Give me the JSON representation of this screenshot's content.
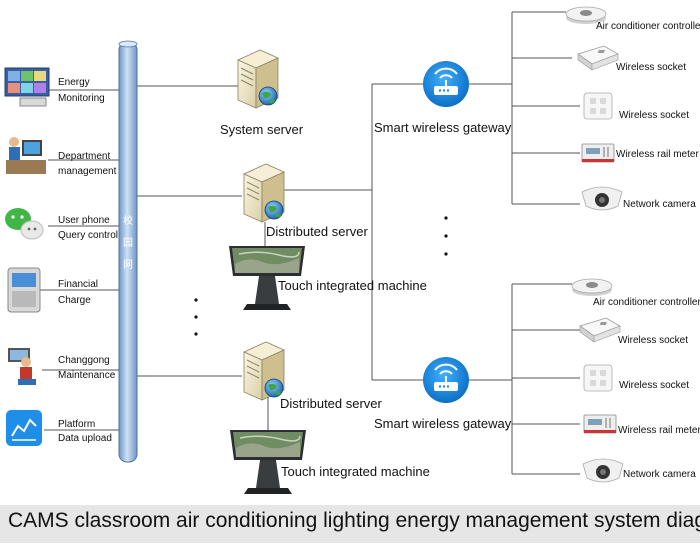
{
  "backbone": {
    "chars": [
      "校",
      "园",
      "网"
    ]
  },
  "left_items": [
    {
      "icon": "monitoring-wall-icon",
      "line1": "Energy",
      "line2": "Monitoring"
    },
    {
      "icon": "operator-desk-icon",
      "line1": "Department",
      "line2": "management"
    },
    {
      "icon": "wechat-icon",
      "line1": "User phone",
      "line2": "Query control"
    },
    {
      "icon": "payment-terminal-icon",
      "line1": "Financial",
      "line2": "Charge"
    },
    {
      "icon": "technician-icon",
      "line1": "Changgong",
      "line2": "Maintenance"
    },
    {
      "icon": "chart-app-icon",
      "line1": "Platform",
      "line2": "Data upload"
    }
  ],
  "servers": {
    "system": "System server",
    "distributed_1": "Distributed server",
    "distributed_2": "Distributed server"
  },
  "touch_machines": [
    "Touch integrated machine",
    "Touch integrated machine"
  ],
  "gateways": [
    "Smart wireless gateway",
    "Smart wireless gateway"
  ],
  "devices_top": [
    "Air conditioner controller",
    "Wireless socket",
    "Wireless socket",
    "Wireless rail meter",
    "Network camera"
  ],
  "devices_bottom": [
    "Air conditioner controller",
    "Wireless socket",
    "Wireless socket",
    "Wireless rail meter",
    "Network camera"
  ],
  "footer": "CAMS classroom air conditioning lighting energy management system diagram",
  "colors": {
    "backbone": "#9fbfe0",
    "line": "#555555",
    "gateway": "#1d8fe0",
    "server": "#efe6c6"
  }
}
